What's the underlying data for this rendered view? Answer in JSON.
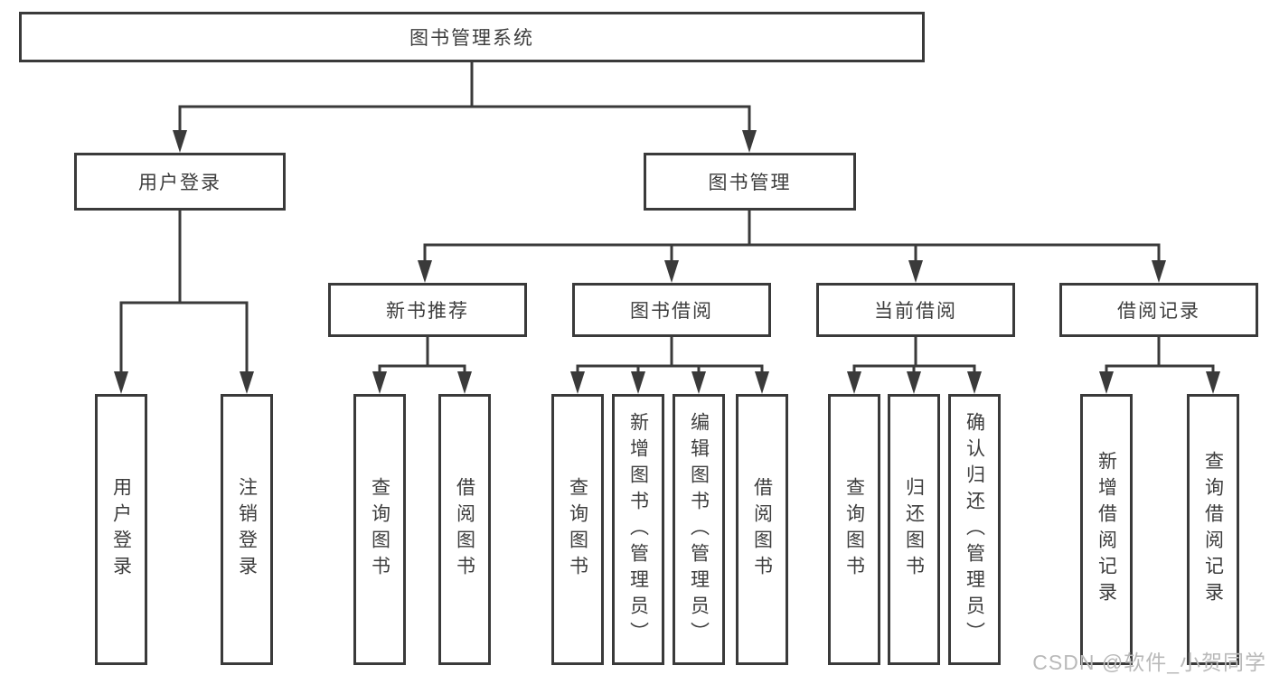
{
  "diagram": {
    "root": "图书管理系统",
    "level2": {
      "user_login": "用户登录",
      "book_management": "图书管理"
    },
    "level3": {
      "new_books": "新书推荐",
      "borrow": "图书借阅",
      "current": "当前借阅",
      "records": "借阅记录"
    },
    "leaves": {
      "user_login": [
        "用户登录",
        "注销登录"
      ],
      "new_books": [
        "查询图书",
        "借阅图书"
      ],
      "borrow": [
        "查询图书",
        "新增图书（管理员）",
        "编辑图书（管理员）",
        "借阅图书"
      ],
      "current": [
        "查询图书",
        "归还图书",
        "确认归还（管理员）"
      ],
      "records": [
        "新增借阅记录",
        "查询借阅记录"
      ]
    },
    "watermark": "CSDN @软件_小贺同学",
    "colors": {
      "line": "#3a3a3a",
      "border": "#3a3a3a",
      "text": "#3d3d3d",
      "background": "#ffffff",
      "watermark": "#b9b9b9"
    }
  }
}
